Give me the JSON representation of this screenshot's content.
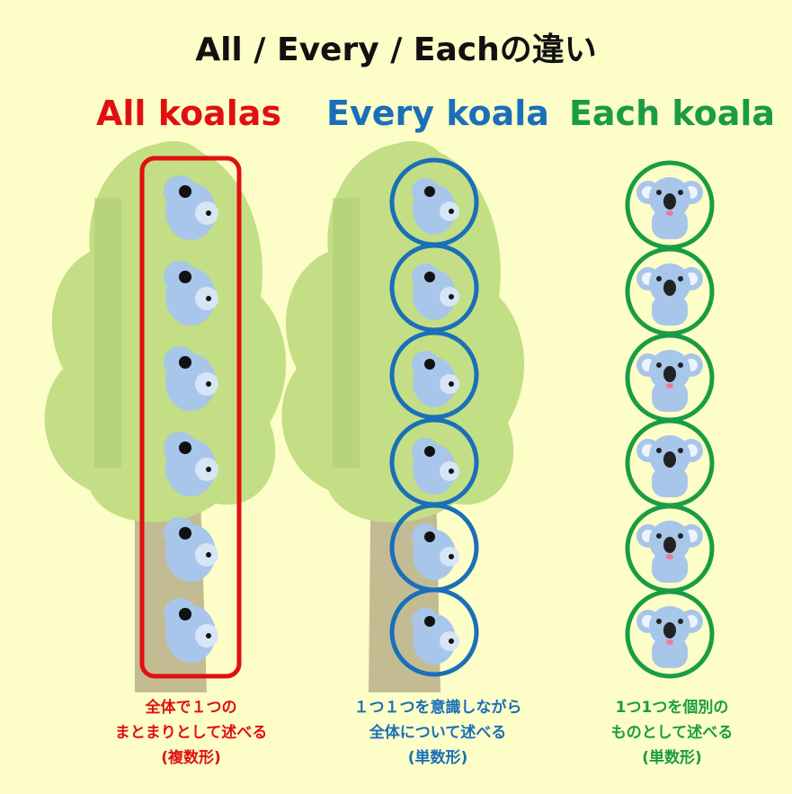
{
  "title": "All / Every / Eachの違い",
  "colors": {
    "background": "#fdfdc8",
    "all": "#e11010",
    "every": "#1a6fb8",
    "each": "#1a9c44",
    "koala": "#a7c6ea",
    "tree_leaves": "#b9d979",
    "tree_trunk": "#b8b08a"
  },
  "columns": [
    {
      "key": "all",
      "heading": "All koalas",
      "caption": [
        "全体で１つの",
        "まとまりとして述べる",
        "(複数形)"
      ],
      "koala_count": 6,
      "frame": "rounded-rectangle"
    },
    {
      "key": "every",
      "heading": "Every koala",
      "caption": [
        "１つ１つを意識しながら",
        "全体について述べる",
        "(単数形)"
      ],
      "koala_count": 6,
      "frame": "circles"
    },
    {
      "key": "each",
      "heading": "Each koala",
      "caption": [
        "1つ1つを個別の",
        "ものとして述べる",
        "(単数形)"
      ],
      "koala_count": 6,
      "frame": "circles"
    }
  ],
  "icons": [
    "tree-icon",
    "climbing-koala-icon",
    "sitting-koala-icon"
  ]
}
